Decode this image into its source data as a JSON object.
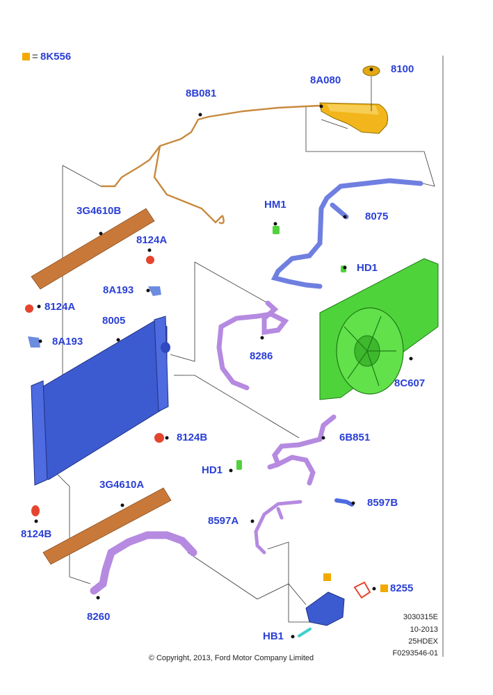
{
  "legend": {
    "marker_color": "#F2A900",
    "equals": "=",
    "label": "8K556"
  },
  "parts": {
    "p8100": "8100",
    "p8A080": "8A080",
    "p8B081": "8B081",
    "p3G4610B": "3G4610B",
    "p8124A_top": "8124A",
    "p8124A_left": "8124A",
    "pHM1": "HM1",
    "p8075": "8075",
    "pHD1_top": "HD1",
    "p8A193_top": "8A193",
    "p8A193_left": "8A193",
    "p8005": "8005",
    "p8286": "8286",
    "p8C607": "8C607",
    "p8124B_right": "8124B",
    "p6B851": "6B851",
    "pHD1_mid": "HD1",
    "p3G4610A": "3G4610A",
    "p8597A": "8597A",
    "p8597B": "8597B",
    "p8124B_left": "8124B",
    "p8255": "8255",
    "p8260": "8260",
    "pHB1": "HB1"
  },
  "meta": {
    "code": "3030315E",
    "date": "10-2013",
    "variant": "25HDEX",
    "figure": "F0293546-01"
  },
  "copyright": "© Copyright, 2013, Ford Motor Company Limited",
  "colors": {
    "label": "#2A3FD6",
    "radiator": "#3D5BD0",
    "fan_shroud": "#4FD33A",
    "hose_purple": "#B58AE0",
    "hose_blue": "#6F7FE0",
    "seal_brown": "#C8793A",
    "expansion_tank": "#F2B61C",
    "wiring": "#C8893E",
    "plug_red": "#E5452F",
    "sensor_cyan": "#3FD0D0"
  }
}
